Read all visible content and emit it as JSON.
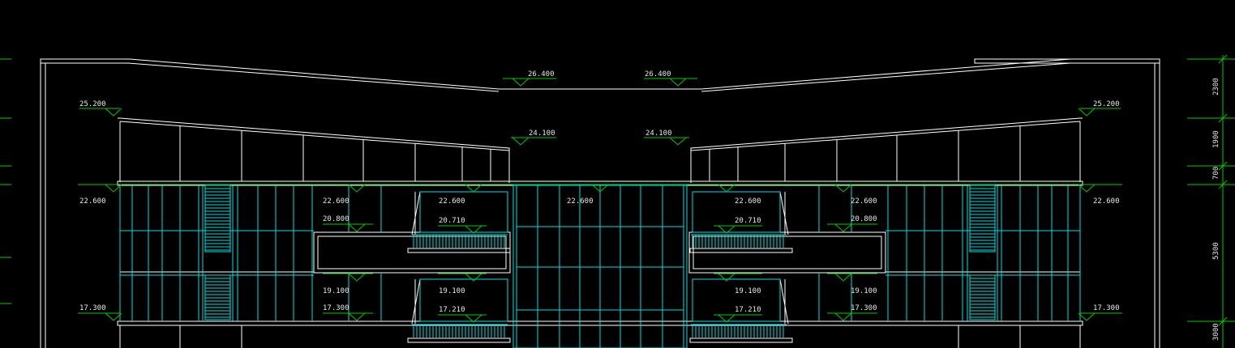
{
  "colors": {
    "background": "#000000",
    "outline": "#ffffff",
    "level_marker": "#00cc00",
    "glazing": "#00e0e0",
    "text": "#e8e8e8"
  },
  "elevation_labels": {
    "roof_left": "26.400",
    "roof_right": "26.400",
    "upper_left_outer": "25.200",
    "upper_right_outer": "25.200",
    "upper_left_inner": "24.100",
    "upper_right_inner": "24.100",
    "floor_left": "22.600",
    "floor_right": "22.600",
    "center_floor": "22.600",
    "bay_a1_top": "22.600",
    "bay_a1_mid": "20.800",
    "bay_a2_top": "22.600",
    "bay_a2_mid": "20.710",
    "bay_a3_top": "22.600",
    "bay_a3_mid": "20.710",
    "bay_a4_top": "22.600",
    "bay_a4_mid": "20.800",
    "bay_b1_top": "19.100",
    "bay_b1_mid": "17.300",
    "bay_b2_top": "19.100",
    "bay_b2_mid": "17.210",
    "bay_b3_top": "19.100",
    "bay_b3_mid": "17.210",
    "bay_b4_top": "19.100",
    "bay_b4_mid": "17.300",
    "base_left": "17.300",
    "base_right": "17.300"
  },
  "dimension_chain": [
    "2300",
    "1900",
    "700",
    "5300",
    "3000"
  ]
}
